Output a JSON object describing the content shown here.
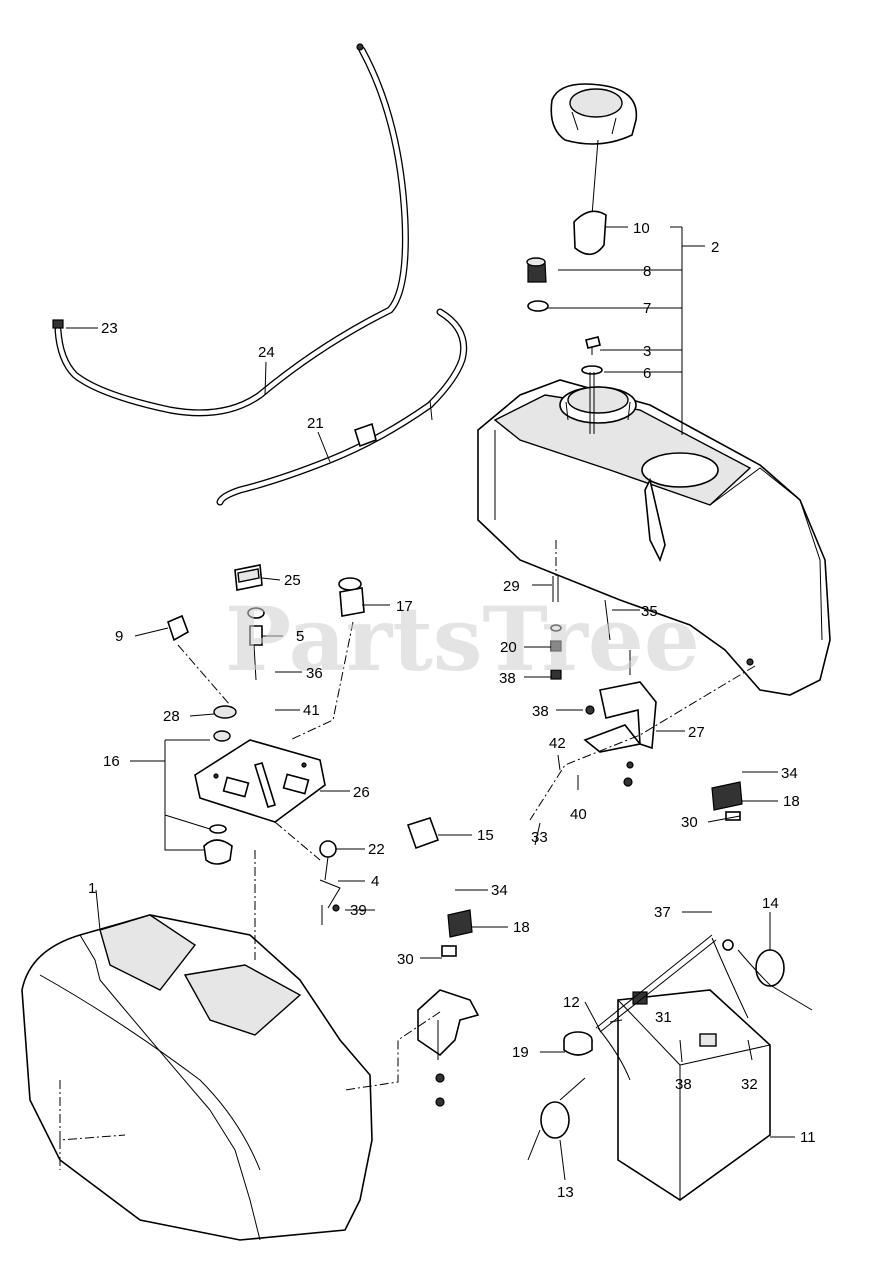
{
  "watermark": "PartsTree",
  "labels": [
    {
      "id": "1",
      "text": "1"
    },
    {
      "id": "2",
      "text": "2"
    },
    {
      "id": "3",
      "text": "3"
    },
    {
      "id": "4",
      "text": "4"
    },
    {
      "id": "5",
      "text": "5"
    },
    {
      "id": "6",
      "text": "6"
    },
    {
      "id": "7",
      "text": "7"
    },
    {
      "id": "8",
      "text": "8"
    },
    {
      "id": "9",
      "text": "9"
    },
    {
      "id": "10",
      "text": "10"
    },
    {
      "id": "11",
      "text": "11"
    },
    {
      "id": "12",
      "text": "12"
    },
    {
      "id": "13",
      "text": "13"
    },
    {
      "id": "14",
      "text": "14"
    },
    {
      "id": "15",
      "text": "15"
    },
    {
      "id": "16",
      "text": "16"
    },
    {
      "id": "17",
      "text": "17"
    },
    {
      "id": "18a",
      "text": "18"
    },
    {
      "id": "18b",
      "text": "18"
    },
    {
      "id": "19",
      "text": "19"
    },
    {
      "id": "20",
      "text": "20"
    },
    {
      "id": "21",
      "text": "21"
    },
    {
      "id": "22",
      "text": "22"
    },
    {
      "id": "23",
      "text": "23"
    },
    {
      "id": "24",
      "text": "24"
    },
    {
      "id": "25",
      "text": "25"
    },
    {
      "id": "26",
      "text": "26"
    },
    {
      "id": "27",
      "text": "27"
    },
    {
      "id": "28",
      "text": "28"
    },
    {
      "id": "29",
      "text": "29"
    },
    {
      "id": "30a",
      "text": "30"
    },
    {
      "id": "30b",
      "text": "30"
    },
    {
      "id": "31",
      "text": "31"
    },
    {
      "id": "32",
      "text": "32"
    },
    {
      "id": "33",
      "text": "33"
    },
    {
      "id": "34a",
      "text": "34"
    },
    {
      "id": "34b",
      "text": "34"
    },
    {
      "id": "35",
      "text": "35"
    },
    {
      "id": "36",
      "text": "36"
    },
    {
      "id": "37",
      "text": "37"
    },
    {
      "id": "38a",
      "text": "38"
    },
    {
      "id": "38b",
      "text": "38"
    },
    {
      "id": "38c",
      "text": "38"
    },
    {
      "id": "39",
      "text": "39"
    },
    {
      "id": "40",
      "text": "40"
    },
    {
      "id": "41",
      "text": "41"
    },
    {
      "id": "42",
      "text": "42"
    }
  ]
}
